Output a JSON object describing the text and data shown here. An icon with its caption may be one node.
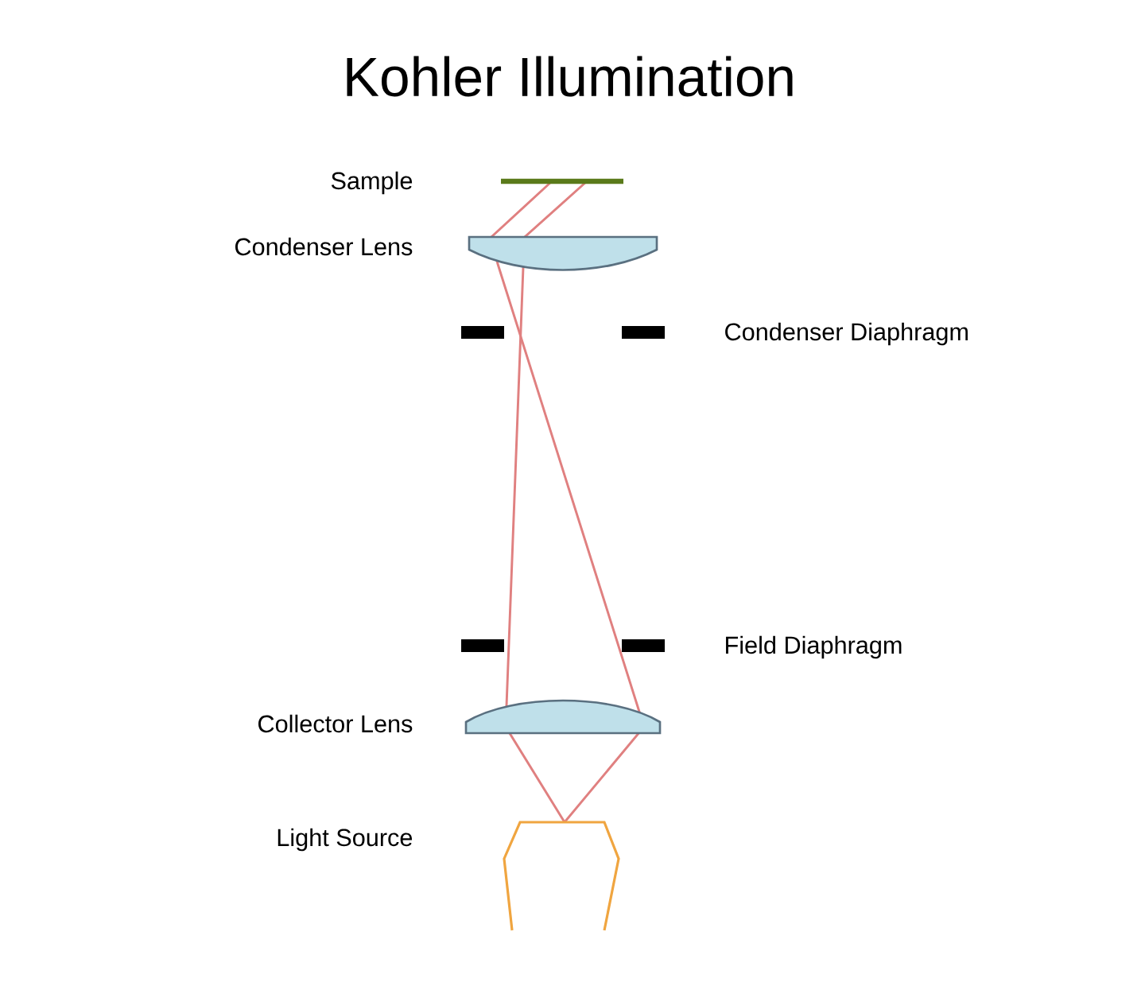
{
  "diagram": {
    "title": "Kohler Illumination",
    "labels": [
      "Sample",
      "Condenser Lens",
      "Condenser Diaphragm",
      "Field Diaphragm",
      "Collector Lens",
      "Light Source"
    ]
  }
}
